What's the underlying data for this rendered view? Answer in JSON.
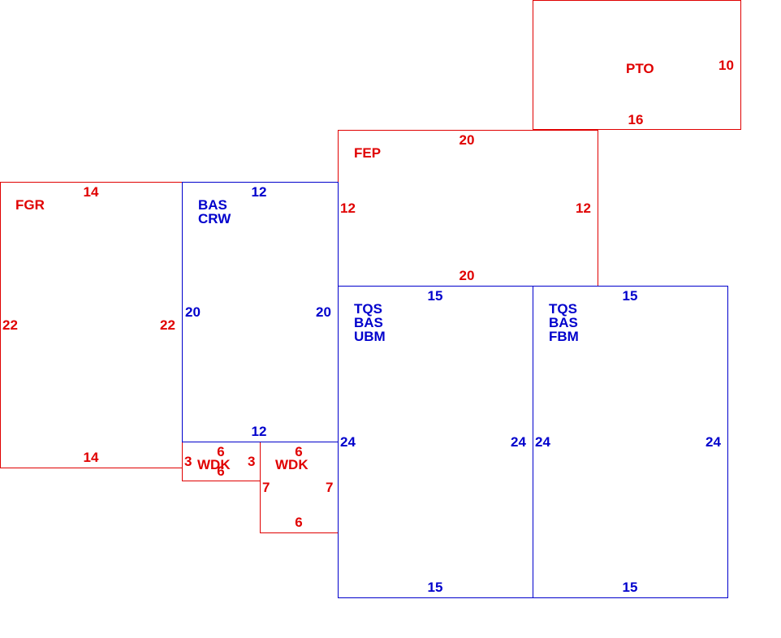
{
  "colors": {
    "red": "#e00000",
    "blue": "#0000cc"
  },
  "areas": {
    "pto": {
      "code": "PTO",
      "dims": {
        "top": "",
        "bottom": "16",
        "left": "",
        "right": "10"
      }
    },
    "fep": {
      "code": "FEP",
      "dims": {
        "top": "20",
        "bottom": "20",
        "left": "12",
        "right": "12"
      }
    },
    "fgr": {
      "code": "FGR",
      "dims": {
        "top": "14",
        "bottom": "14",
        "left": "22",
        "right": "22"
      }
    },
    "bas_crw": {
      "codes": [
        "BAS",
        "CRW"
      ],
      "dims": {
        "top": "12",
        "bottom": "12",
        "left": "20",
        "right": "20"
      }
    },
    "wdk_small": {
      "code": "WDK",
      "dims": {
        "top": "6",
        "bottom": "6",
        "left": "3",
        "right": "3"
      }
    },
    "wdk_large": {
      "code": "WDK",
      "dims": {
        "top": "6",
        "bottom": "6",
        "left": "7",
        "right": "7"
      }
    },
    "tqs_ubm": {
      "codes": [
        "TQS",
        "BAS",
        "UBM"
      ],
      "dims": {
        "top": "15",
        "bottom": "15",
        "left": "24",
        "right": "24"
      }
    },
    "tqs_fbm": {
      "codes": [
        "TQS",
        "BAS",
        "FBM"
      ],
      "dims": {
        "top": "15",
        "bottom": "15",
        "left": "24",
        "right": "24"
      }
    }
  }
}
